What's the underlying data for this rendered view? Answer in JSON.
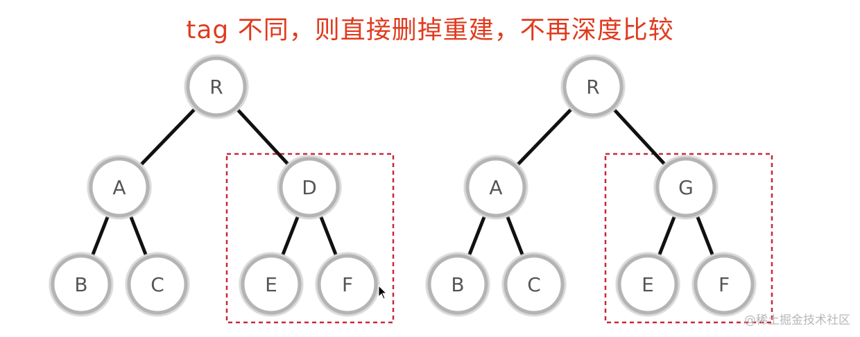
{
  "title": "tag 不同，则直接删掉重建，不再深度比较",
  "watermark": "@稀土掘金技术社区",
  "colors": {
    "title": "#e03a1e",
    "node_stroke": "#b4b4b4",
    "edge": "#111111",
    "highlight_box": "#c8283c"
  },
  "trees": [
    {
      "nodes": [
        {
          "id": "R",
          "label": "R"
        },
        {
          "id": "A",
          "label": "A"
        },
        {
          "id": "D",
          "label": "D"
        },
        {
          "id": "B",
          "label": "B"
        },
        {
          "id": "C",
          "label": "C"
        },
        {
          "id": "E",
          "label": "E"
        },
        {
          "id": "F",
          "label": "F"
        }
      ],
      "edges": [
        [
          "R",
          "A"
        ],
        [
          "R",
          "D"
        ],
        [
          "A",
          "B"
        ],
        [
          "A",
          "C"
        ],
        [
          "D",
          "E"
        ],
        [
          "D",
          "F"
        ]
      ],
      "highlighted_subtree": [
        "D",
        "E",
        "F"
      ]
    },
    {
      "nodes": [
        {
          "id": "R",
          "label": "R"
        },
        {
          "id": "A",
          "label": "A"
        },
        {
          "id": "G",
          "label": "G"
        },
        {
          "id": "B",
          "label": "B"
        },
        {
          "id": "C",
          "label": "C"
        },
        {
          "id": "E",
          "label": "E"
        },
        {
          "id": "F",
          "label": "F"
        }
      ],
      "edges": [
        [
          "R",
          "A"
        ],
        [
          "R",
          "G"
        ],
        [
          "A",
          "B"
        ],
        [
          "A",
          "C"
        ],
        [
          "G",
          "E"
        ],
        [
          "G",
          "F"
        ]
      ],
      "highlighted_subtree": [
        "G",
        "E",
        "F"
      ]
    }
  ]
}
